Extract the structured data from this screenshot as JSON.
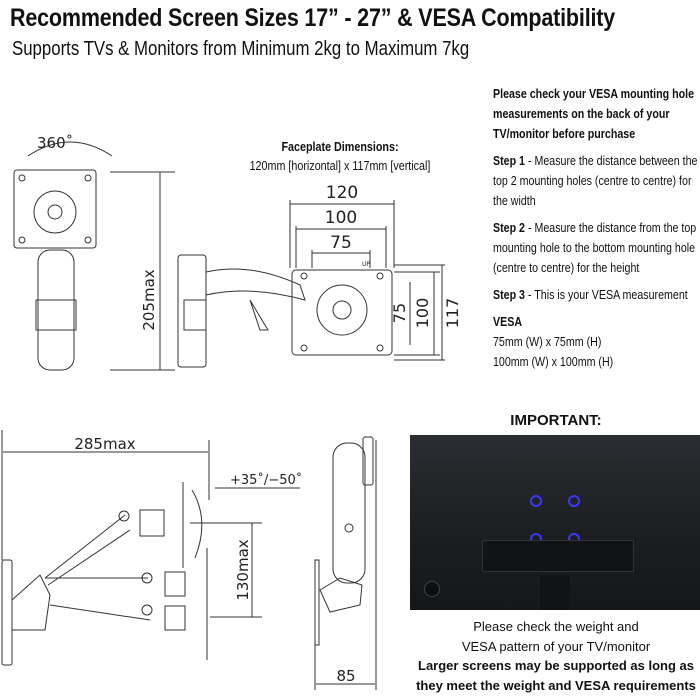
{
  "header": {
    "title": "Recommended Screen Sizes 17” - 27” & VESA Compatibility",
    "subtitle": "Supports TVs & Monitors from Minimum 2kg to Maximum 7kg"
  },
  "faceplate": {
    "heading": "Faceplate Dimensions:",
    "dims": "120mm [horizontal] x 117mm [vertical]"
  },
  "diagram_labels": {
    "rotation": "360˚",
    "height_max": "205max",
    "w120": "120",
    "w100": "100",
    "w75": "75",
    "h75": "75",
    "h100": "100",
    "h117": "117",
    "reach_max": "285max",
    "tilt": "+35˚/−50˚",
    "lift_max": "130max",
    "depth": "85",
    "up_marker": "UP"
  },
  "info": {
    "intro": "Please check your VESA mounting hole measurements on the back of your TV/monitor before purchase",
    "steps": [
      {
        "label": "Step 1",
        "text": " - Measure the distance between the top 2 mounting holes (centre to centre) for the width"
      },
      {
        "label": "Step 2",
        "text": " - Measure the distance from the top mounting hole to the bottom mounting hole (centre to centre) for the height"
      },
      {
        "label": "Step 3",
        "text": " - This is your VESA measurement"
      }
    ],
    "vesa_heading": "VESA",
    "vesa_sizes": [
      "75mm (W) x 75mm (H)",
      "100mm (W) x 100mm (H)"
    ]
  },
  "important": {
    "heading": "IMPORTANT:",
    "note_line1": "Please check the weight and",
    "note_line2": "VESA pattern of your TV/monitor",
    "note_bold1": "Larger screens may be supported as long as",
    "note_bold2": "they meet the weight and VESA requirements"
  },
  "colors": {
    "monitor_back": "#1f2226",
    "vesa_hole": "#3a3aff"
  }
}
